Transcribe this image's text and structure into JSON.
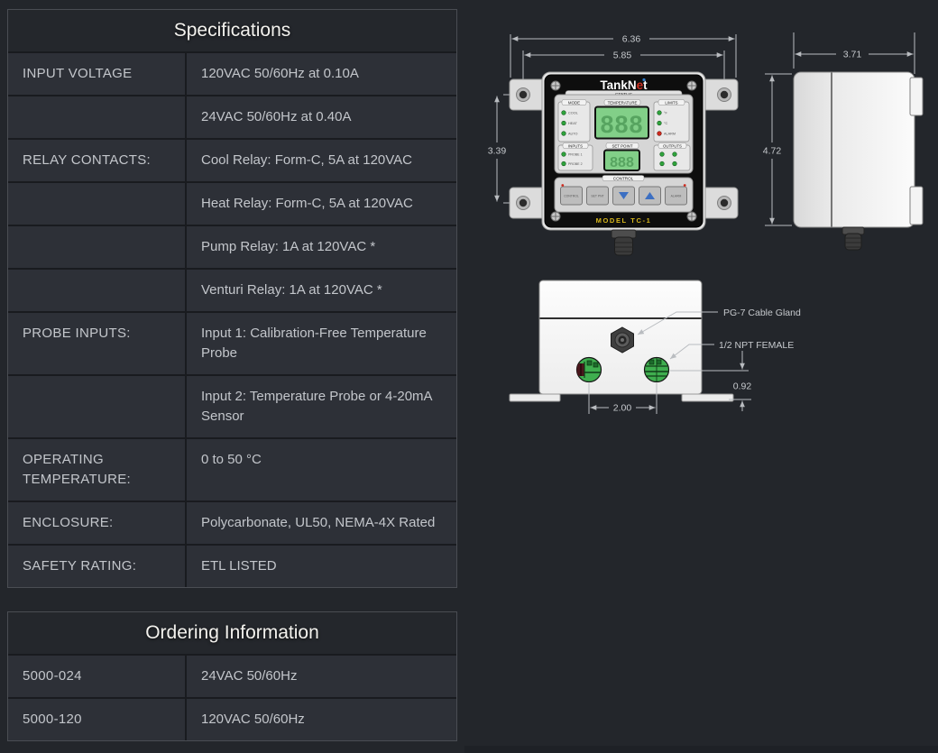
{
  "page": {
    "background": "#23262b"
  },
  "colors": {
    "led_green": "#2fa43c",
    "led_red": "#cf2a1e",
    "display_green": "#82cf88",
    "model_yellow": "#d9b81c",
    "port_green": "#3fae4f",
    "dimension_line": "#b9bcc0"
  },
  "spec_table": {
    "title": "Specifications",
    "rows": [
      {
        "label": "INPUT VOLTAGE",
        "value": "120VAC 50/60Hz at 0.10A"
      },
      {
        "label": "",
        "value": "24VAC 50/60Hz at 0.40A"
      },
      {
        "label": "RELAY CONTACTS:",
        "value": "Cool Relay: Form-C, 5A at 120VAC"
      },
      {
        "label": "",
        "value": "Heat Relay: Form-C, 5A at 120VAC"
      },
      {
        "label": "",
        "value": "Pump Relay: 1A at 120VAC *"
      },
      {
        "label": "",
        "value": "Venturi Relay: 1A at 120VAC *"
      },
      {
        "label": "PROBE INPUTS:",
        "value": "Input 1: Calibration-Free Temperature Probe"
      },
      {
        "label": "",
        "value": "Input 2: Temperature Probe or 4-20mA Sensor"
      },
      {
        "label": "OPERATING TEMPERATURE:",
        "value": "0 to 50 °C"
      },
      {
        "label": "ENCLOSURE:",
        "value": "Polycarbonate, UL50, NEMA-4X Rated"
      },
      {
        "label": "SAFETY RATING:",
        "value": "ETL LISTED"
      }
    ]
  },
  "ordering_table": {
    "title": "Ordering Information",
    "rows": [
      {
        "label": "5000-024",
        "value": "24VAC 50/60Hz"
      },
      {
        "label": "5000-120",
        "value": "120VAC 50/60Hz"
      }
    ]
  },
  "diagram": {
    "dims": {
      "front_width_overall": "6.36",
      "front_width_holes": "5.85",
      "front_height_holes": "3.39",
      "side_width": "3.71",
      "side_height": "4.72",
      "port_offset": "0.92",
      "port_spacing": "2.00"
    },
    "callouts": {
      "cable_gland": "PG-7 Cable Gland",
      "conduit": "1/2 NPT FEMALE"
    },
    "front_panel": {
      "brand_part1": "TankN",
      "brand_e": "e",
      "brand_part2": "t",
      "status": "STATUS",
      "mode": "MODE",
      "temperature": "TEMPERATURE",
      "limits": "LIMITS",
      "inputs": "INPUTS",
      "set_point": "SET POINT",
      "outputs": "OUTPUTS",
      "control": "CONTROL",
      "model": "MODEL TC-1",
      "mode_leds": [
        "COOL",
        "HEAT",
        "AUTO"
      ],
      "limits_leds": [
        "°F",
        "°C",
        "ALARM"
      ],
      "inputs_leds": [
        "PROBE 1",
        "PROBE 2"
      ],
      "main_display": "888",
      "set_display": "888",
      "buttons": [
        "CONTROL",
        "SET PNT",
        "▼",
        "▲",
        "ALARM"
      ]
    }
  }
}
